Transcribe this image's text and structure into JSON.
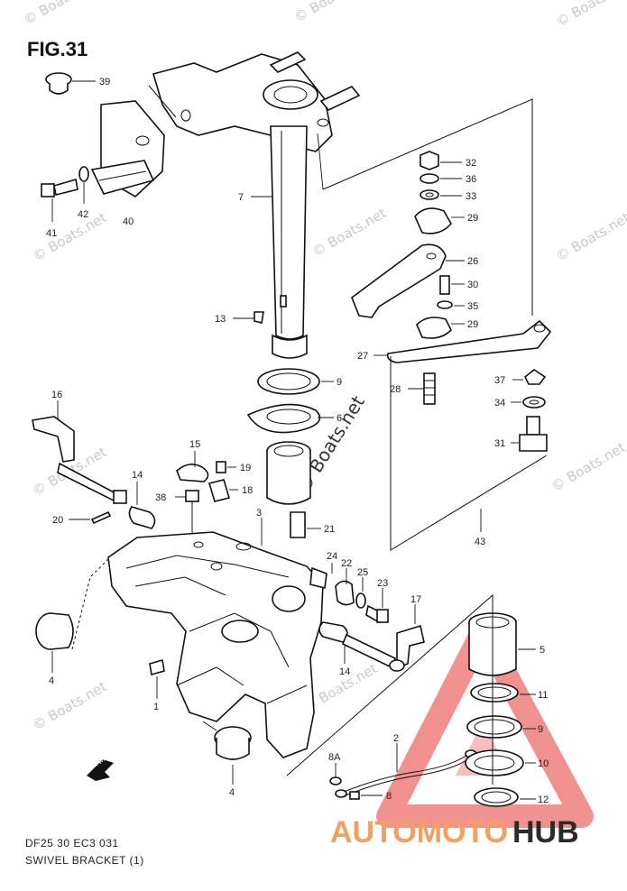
{
  "figure": {
    "title": "FIG.31",
    "code": "DF25 30 EC3  031",
    "caption": "SWIVEL BRACKET (1)"
  },
  "watermark": {
    "text": "© Boats.net",
    "center_text": "© Boats.net"
  },
  "brand": {
    "part1": "AUTOMOTO",
    "part2": "HUB",
    "color1": "#f0a060",
    "color2": "#2a2a2a",
    "triangle_color": "#e53935"
  },
  "callouts": {
    "c39": "39",
    "c42": "42",
    "c40": "40",
    "c41": "41",
    "c7": "7",
    "c32": "32",
    "c36": "36",
    "c33": "33",
    "c29a": "29",
    "c26": "26",
    "c30": "30",
    "c35": "35",
    "c29b": "29",
    "c13": "13",
    "c27": "27",
    "c9a": "9",
    "c37": "37",
    "c28": "28",
    "c34": "34",
    "c6": "6",
    "c16": "16",
    "c31": "31",
    "c15": "15",
    "c19": "19",
    "c14a": "14",
    "c18": "18",
    "c38": "38",
    "c3": "3",
    "c21": "21",
    "c20": "20",
    "c43": "43",
    "c24": "24",
    "c22": "22",
    "c25": "25",
    "c23": "23",
    "c17": "17",
    "c4a": "4",
    "c14b": "14",
    "c5": "5",
    "c1": "1",
    "c11": "11",
    "c9b": "9",
    "c2": "2",
    "c8a": "8A",
    "c10": "10",
    "c4b": "4",
    "c8": "8",
    "c12": "12"
  },
  "fwd_label": "FWD"
}
